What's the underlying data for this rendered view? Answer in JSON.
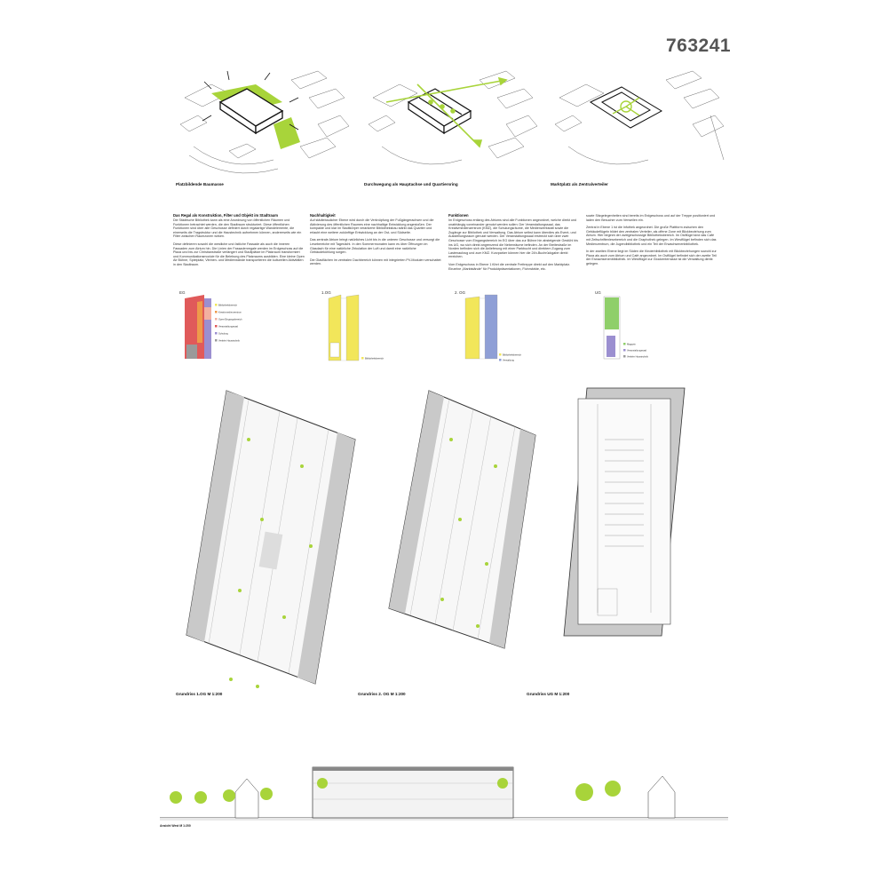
{
  "header": {
    "competition_number": "763241"
  },
  "diagrams": [
    {
      "caption": "Platzbildende Baumasse"
    },
    {
      "caption": "Durchwegung als Hauptachse und Quartiersring"
    },
    {
      "caption": "Marktplatz als Zentralverteiler"
    }
  ],
  "text_columns": [
    {
      "heading": "Das Regal als Konstruktion, Filter und Objekt im Stadtraum",
      "paragraphs": [
        "Die Städtische Bibliothek kann als eine Anordnung von öffentlichen Räumen und Funktionen betrachtet werden, die den Stadtraum strukturiert. Diese öffentlichen Funktionen sind über alle Geschosse definiert durch regalartige Wandelemente, die einerseits die Tragstruktur und die Haustechnik aufnehmen können, andererseits wie ein Filter zwischen Raumzonen wirken.",
        "Diese definieren sowohl die westliche und östliche Fassade als auch die inneren Fassaden zum Atrium hin. Die Linien der Fassadenregale werden im Erdgeschoss auf die Plaza und bis zur Christianstraße verlängert und Stadtplätze im Platzraum transformiert und Kommunikationsmodule für die Belebung des Platzraums ausbilden. Eine kleine Open Air Bühne, Spielplatz, Vitrinen- und Medienwände transportieren die kulturellen Aktivitäten in den Stadtraum."
      ]
    },
    {
      "heading": "Nachhaltigkeit",
      "paragraphs": [
        "Auf städtebaulicher Ebene wird durch die Verknüpfung der Fußgängerachsen und die Aktivierung des öffentlichen Raumes eine nachhaltige Entwicklung angestoßen. Der kompakte und klar im Stadtkörper verankerte Bibliotheksbau stärkt das Quartier und erlaubt eine weitere zukünftige Entwicklung an der Ost- und Südseite.",
        "Das zentrale Atrium bringt natürliches Licht bis in die unteren Geschosse und versorgt die Lesebereiche mit Tageslicht. In den Sommermonaten kann es über Öffnungen im Glasdach für eine natürliche Zirkulation der Luft und damit eine natürliche Gebäudekühlung sorgen.",
        "Die Glasflächen im zentralen Dachbereich können mit integrierten PV-Modulen verschattet werden."
      ]
    },
    {
      "heading": "Funktionen",
      "paragraphs": [
        "Im Erdgeschoss entlang des Atriums sind alle Funktionen angeordnet, welche direkt und unabhängig voneinander genutzt werden sollen: Der Veranstaltungssaal, das Kreativmedienzentrum (KMZ), die Schulungsräume, die Medienwerkstatt sowie die Zugänge zur Bibliothek und Verwaltung. Das Atrium selbst kann überdies als Event- und Ausstellungsraum genutzt werden. Der Veranstaltungssaal erstreckt sich über zwei Geschosse vom Eingangsbereich im EG über das zur Bühne hin absteigende Gestühl bis ins UG, wo sich direkt angrenzend die Nebenräume befinden. An der Breitestraße im Norden befinden sich die Anlieferung mit einer Parkbucht und direktem Zugang zum Lastenaufzug und zum KMZ. Kurzparker können hier die 24h-Buchrückgabe direkt erreichen.",
        "Vom Erdgeschoss in Ebene 1 führt die zentrale Freitreppe direkt auf den Marktplatz. Einzelne „Marktstände“ für Produktpräsentationen, Flohmärkte, etc."
      ]
    },
    {
      "heading": "",
      "paragraphs": [
        "sowie Sitzgelegenheiten sind bereits im Erdgeschoss und auf der Treppe positioniert und laden den Besucher zum Verweilen ein.",
        "Zentral in Ebene 1 ist die Infothek angeordnet. Die große Plattform zwischen den Gebäudeflügeln bildet den zentralen Verteiler, als offene Zone mit Blickbeziehung zum Atrium. Hier beginnt der zweigeschossige Bibliotheksbereich. Im Ostflügel sind das Café mit Zeitschriftenlesebereich und die Graphothek gelegen. Im Westflügel befinden sich das Medienzentrum, die Jugendbibliothek und ein Teil der Erwachsenenbibliothek.",
        "In der zweiten Ebene liegt im Süden die Kinderbibliothek mit Blickbeziehungen sowohl zur Plaza als auch zum Atrium und Café angeordnet. Im Ostflügel befindet sich der zweite Teil der Erwachsenenbibliothek. Im Westflügel zur Glockenterrasse ist die Verwaltung direkt gelegen."
      ]
    }
  ],
  "mini_plans": [
    {
      "label": "EG",
      "legend": [
        "Bibliotheksbereich",
        "Kreativmedienzentrum",
        "Open-Eingangsbereich",
        "Veranstaltungssaal",
        "Schulung",
        "Verkehr Haustechnik"
      ]
    },
    {
      "label": "1.OG",
      "legend": [
        "Bibliotheksbereich"
      ]
    },
    {
      "label": "2. OG",
      "legend": [
        "Bibliotheksbereich",
        "Verwaltung"
      ]
    },
    {
      "label": "UG",
      "legend": [
        "Magazin",
        "Veranstaltungssaal",
        "Verkehr Haustechnik"
      ]
    }
  ],
  "floor_plans": [
    {
      "caption": "Grundriss 1.OG M 1:200"
    },
    {
      "caption": "Grundriss 2. OG M 1:200"
    },
    {
      "caption": "Grundriss UG M 1:200"
    }
  ],
  "elevation": {
    "caption": "Ansicht West M 1:200"
  },
  "colors": {
    "accent_green": "#a8d43a",
    "yellow": "#f2e65a",
    "orange": "#ee9a4a",
    "red": "#e05a5a",
    "purple": "#9b8fd0",
    "blue": "#8f9fd6",
    "grey": "#9a9a9a"
  }
}
